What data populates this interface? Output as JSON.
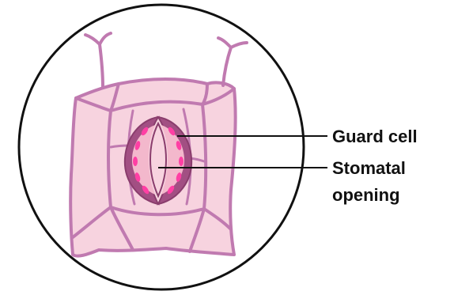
{
  "labels": {
    "guard_cell": "Guard cell",
    "stomatal_opening_line1": "Stomatal",
    "stomatal_opening_line2": "opening"
  },
  "colors": {
    "epidermal_cell_fill": "#f7d3df",
    "cell_wall": "#c07ab0",
    "guard_cell_fill": "#a24f83",
    "guard_cell_inner": "#f3b8cc",
    "chloroplast": "#ff3fa4",
    "outline": "#111111"
  },
  "icons": {
    "view_circle": "microscope-field-of-view",
    "guard_cell_pair": "stoma-guard-cells"
  }
}
